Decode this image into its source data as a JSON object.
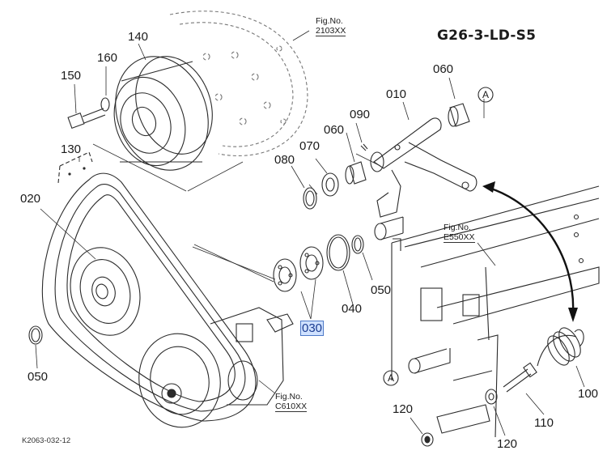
{
  "diagram": {
    "title": "G26-3-LD-S5",
    "diagram_code": "K2063-032-12",
    "figure_refs": [
      {
        "caption": "Fig.No.",
        "ref": "2103XX"
      },
      {
        "caption": "Fig.No.",
        "ref": "E550XX"
      },
      {
        "caption": "Fig.No.",
        "ref": "C610XX"
      }
    ],
    "part_labels": [
      "140",
      "160",
      "150",
      "130",
      "020",
      "050",
      "010",
      "060",
      "060",
      "090",
      "070",
      "080",
      "050",
      "040",
      "030",
      "100",
      "110",
      "120",
      "120"
    ],
    "markers": [
      "A",
      "A"
    ],
    "selected_part": "030",
    "line_color": "#2b2b2b",
    "highlight_color": "#cfe1ff",
    "arrow_color": "#111111"
  }
}
